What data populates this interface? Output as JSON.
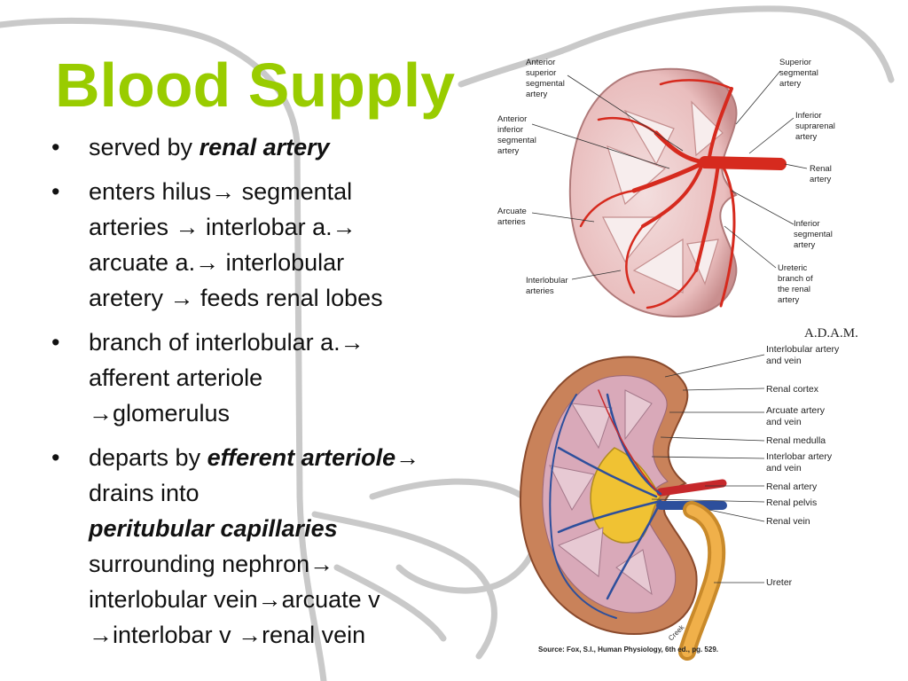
{
  "title": "Blood Supply",
  "bullets": [
    {
      "pre": "served by ",
      "bold": "renal artery"
    },
    {
      "lines": [
        "enters hilus→ segmental",
        "arteries → interlobar a.→",
        "arcuate a.→ interlobular",
        "aretery → feeds renal lobes"
      ]
    },
    {
      "lines": [
        "branch of interlobular a.→",
        "afferent arteriole",
        "→glomerulus"
      ]
    },
    {
      "p1": "departs by ",
      "b1": "efferent arteriole",
      "p2": "→ drains into",
      "b2": "peritubular capillaries",
      "p3": "surrounding  nephron→",
      "p4": "interlobular vein→arcuate v",
      "p5": "→interlobar v →renal vein"
    }
  ],
  "top_figure": {
    "labels": {
      "ant_sup": [
        "Anterior",
        "superior",
        "segmental",
        "artery"
      ],
      "ant_inf": [
        "Anterior",
        "inferior",
        "segmental",
        "artery"
      ],
      "arcuate": [
        "Arcuate",
        "arteries"
      ],
      "interlobular": [
        "Interlobular",
        "arteries"
      ],
      "sup_seg": [
        "Superior",
        "segmental",
        "artery"
      ],
      "inf_supra": [
        "Inferior",
        "suprarenal",
        "artery"
      ],
      "renal": [
        "Renal",
        "artery"
      ],
      "inf_seg": [
        "Inferior",
        "segmental",
        "artery"
      ],
      "ureteric": [
        "Ureteric",
        "branch of",
        "the renal",
        "artery"
      ]
    },
    "brand": "A.D.A.M."
  },
  "bottom_figure": {
    "labels": [
      [
        "Interlobular artery",
        "and vein"
      ],
      [
        "Renal cortex"
      ],
      [
        "Arcuate artery",
        "and vein"
      ],
      [
        "Renal medulla"
      ],
      [
        "Interlobar artery",
        "and vein"
      ],
      [
        "Renal artery"
      ],
      [
        "Renal pelvis"
      ],
      [
        "Renal vein"
      ],
      [
        "Ureter"
      ]
    ],
    "signature": "Creek",
    "source": "Source: Fox, S.I., Human Physiology, 6th ed., pg. 529."
  }
}
